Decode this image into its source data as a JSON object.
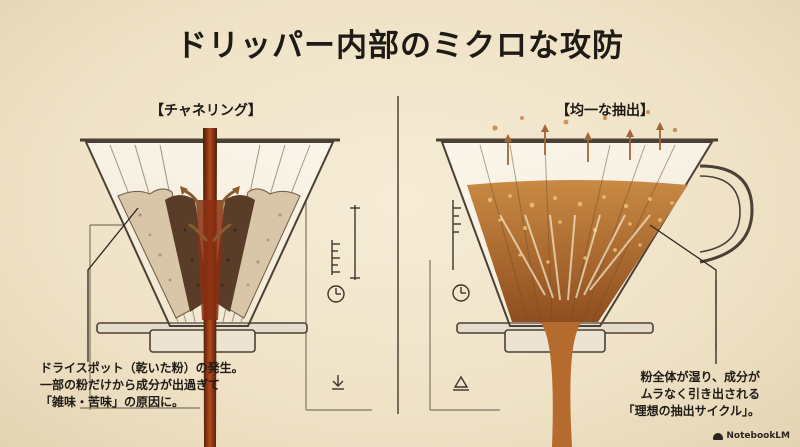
{
  "title": "ドリッパー内部のミクロな攻防",
  "left": {
    "label": "【チャネリング】",
    "caption": [
      "ドライスポット（乾いた粉）の発生。",
      "一部の粉だけから成分が出過ぎて",
      "「雑味・苦味」の原因に。"
    ]
  },
  "right": {
    "label": "【均一な抽出】",
    "caption": [
      "粉全体が湿り、成分が",
      "ムラなく引き出される",
      "「理想の抽出サイクル」。"
    ]
  },
  "logo": "NotebookLM",
  "icons": [
    "dripper-left-icon",
    "dripper-right-icon",
    "clock-icon",
    "ruler-icon",
    "down-arrow-icon",
    "triangle-marker-icon"
  ],
  "colors": {
    "coffee": "#7a3d1a",
    "grounds": "#5a3d28",
    "dry": "#d9c6a8",
    "uniform": "#b97834",
    "ink": "#1e1a16"
  }
}
